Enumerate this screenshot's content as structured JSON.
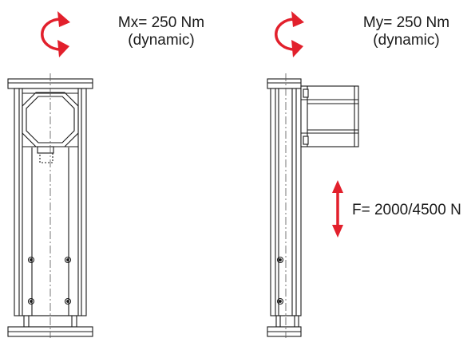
{
  "annotations": {
    "mx": {
      "value": "Mx= 250 Nm",
      "note": "(dynamic)"
    },
    "my": {
      "value": "My= 250 Nm",
      "note": "(dynamic)"
    },
    "force": {
      "value": "F= 2000/4500 N"
    }
  },
  "colors": {
    "arrow": "#e2202c",
    "line": "#1a1a1a",
    "centerline": "#555555",
    "background": "#ffffff"
  },
  "icons": {
    "mx_arrow": "curved-rotation-arrow-icon",
    "my_arrow": "curved-rotation-arrow-icon",
    "force_arrow": "double-vertical-arrow-icon"
  }
}
